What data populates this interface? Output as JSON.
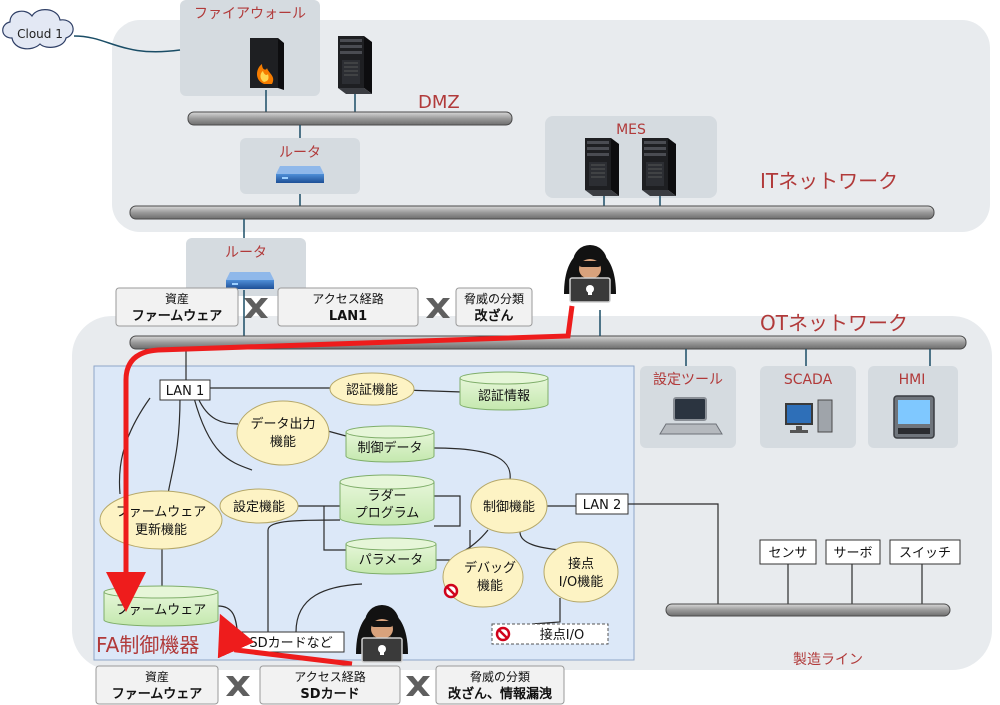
{
  "cloud": {
    "label": "Cloud 1"
  },
  "it": {
    "zone_label": "ITネットワーク",
    "dmz_label": "DMZ",
    "firewall_label": "ファイアウォール",
    "router_label": "ルータ",
    "mes_label": "MES"
  },
  "gateway": {
    "router_label": "ルータ"
  },
  "ot": {
    "zone_label": "OTネットワーク",
    "tools": [
      {
        "label": "設定ツール"
      },
      {
        "label": "SCADA"
      },
      {
        "label": "HMI"
      }
    ],
    "line_label": "製造ライン",
    "line_devices": [
      {
        "label": "センサ"
      },
      {
        "label": "サーボ"
      },
      {
        "label": "スイッチ"
      }
    ]
  },
  "fa": {
    "title": "FA制御機器",
    "lan1": "LAN 1",
    "lan2": "LAN 2",
    "auth_func": "認証機能",
    "auth_info": "認証情報",
    "data_out_1": "データ出力",
    "data_out_2": "機能",
    "control_data": "制御データ",
    "config_func": "設定機能",
    "ladder_1": "ラダー",
    "ladder_2": "プログラム",
    "control_func": "制御機能",
    "fw_update_1": "ファームウェア",
    "fw_update_2": "更新機能",
    "parameter": "パラメータ",
    "debug_1": "デバッグ",
    "debug_2": "機能",
    "contact_1": "接点",
    "contact_2": "I/O機能",
    "contact_io": "接点I/O",
    "firmware": "ファームウェア",
    "sd_card": "SDカードなど"
  },
  "threat_top": {
    "asset_title": "資産",
    "asset_value": "ファームウェア",
    "path_title": "アクセス経路",
    "path_value": "LAN1",
    "threat_title": "脅威の分類",
    "threat_value": "改ざん"
  },
  "threat_bottom": {
    "asset_title": "資産",
    "asset_value": "ファームウェア",
    "path_title": "アクセス経路",
    "path_value": "SDカード",
    "threat_title": "脅威の分類",
    "threat_value": "改ざん、情報漏洩"
  },
  "colors": {
    "zone_bg": "#e8ebee",
    "node_bg": "#d5dbe0",
    "fa_bg": "#dce8f8",
    "func_fill": "#fdf3c4",
    "store_fill": "#d5efc5",
    "attack_red": "#ee1c1c",
    "label_red": "#b13a3a"
  }
}
